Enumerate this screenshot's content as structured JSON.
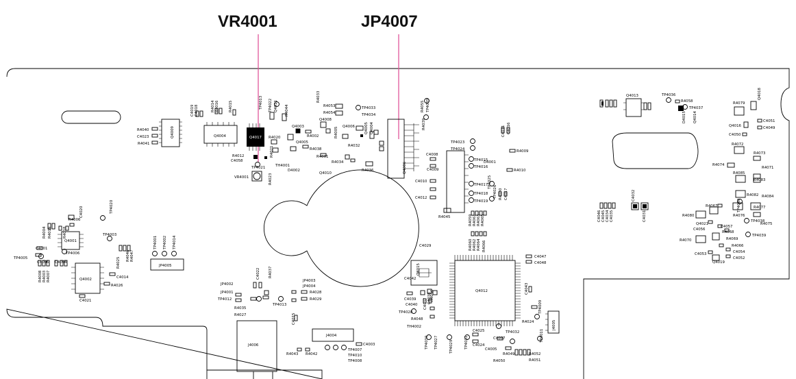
{
  "callouts": {
    "vr4001": "VR4001",
    "jp4007": "JP4007"
  },
  "leader_color": "#e0569a",
  "labels": [
    "R4040",
    "C4023",
    "R4041",
    "Q4009",
    "Q4004",
    "C4019",
    "C4018",
    "R4014",
    "R4016",
    "R4015",
    "Q4017",
    "TP4013",
    "TP4022",
    "Q4011",
    "R4044",
    "Q4003",
    "R4002",
    "Q4008",
    "R4053",
    "R4054",
    "TP4033",
    "TP4034",
    "R4055",
    "TP4035",
    "Q4006",
    "R4005",
    "Q4005",
    "Q4004",
    "R4033",
    "R4032",
    "R4039",
    "R4012",
    "C4058",
    "TP4021",
    "R4020",
    "R4021",
    "Q4005",
    "R4038",
    "TH4001",
    "D4002",
    "R4001",
    "VR4001",
    "R4023",
    "R4034",
    "Q4010",
    "R4036",
    "C4008",
    "C4009",
    "TP4023",
    "TP4024",
    "TP4015",
    "TP4016",
    "D4001",
    "C4011",
    "C4016",
    "R4009",
    "R4010",
    "C4010",
    "C4012",
    "TP4017",
    "TP4018",
    "TP4019",
    "TP4025",
    "TP4026",
    "R4030",
    "C4017",
    "Q4006",
    "R4045",
    "R4059",
    "R4061",
    "R4063",
    "R4065",
    "R4060",
    "R4062",
    "R4064",
    "R4066",
    "Q4013",
    "TP4036",
    "R4058",
    "TP4037",
    "Q4014",
    "D4015",
    "R4079",
    "Q4018",
    "C4051",
    "Q4016",
    "C4049",
    "C4050",
    "R4072",
    "R4073",
    "R4074",
    "R4071",
    "R4085",
    "R4083",
    "R4084",
    "R4082",
    "R4067",
    "R4080",
    "Q4021",
    "C4056",
    "C4057",
    "R4068",
    "R4069",
    "R4070",
    "R4066",
    "C4054",
    "C4052",
    "C4053",
    "Q4019",
    "TP4040",
    "TP4038",
    "TP4039",
    "R4076",
    "R4077",
    "R4075",
    "C4046",
    "C4045",
    "C4034",
    "C4035",
    "C4032",
    "C4031",
    "C4020",
    "R4006",
    "Q4001",
    "TP4020",
    "TP4003",
    "R4004",
    "R4019",
    "R4018",
    "C4001",
    "TP4005",
    "TP4006",
    "C4006",
    "C4004",
    "R4008",
    "R4003",
    "R4007",
    "R4025",
    "R4046",
    "R4047",
    "Q4002",
    "C4014",
    "R4026",
    "C4021",
    "TP4001",
    "TP4002",
    "TP4014",
    "JP4005",
    "C4029",
    "Q4015",
    "C4042",
    "R4056",
    "C4039",
    "C4040",
    "C4037",
    "C4038",
    "TP4028",
    "R4048",
    "TH4002",
    "Q4012",
    "C4043",
    "C4047",
    "C4048",
    "TP4009",
    "R4024",
    "J4005",
    "TP4032",
    "TP4011",
    "C4025",
    "C4024",
    "C4005",
    "C4007",
    "TP4030",
    "TP4027",
    "TP4029",
    "TP4031",
    "R4049",
    "R4050",
    "R4052",
    "R4051",
    "JP4002",
    "JP4001",
    "TP4012",
    "C4022",
    "R4037",
    "JP4003",
    "JP4004",
    "R4028",
    "R4029",
    "R4035",
    "R4027",
    "TP4013",
    "C4015",
    "J4006",
    "J4004",
    "C4003",
    "R4043",
    "R4042",
    "TP4007",
    "TP4010",
    "TP4008"
  ]
}
